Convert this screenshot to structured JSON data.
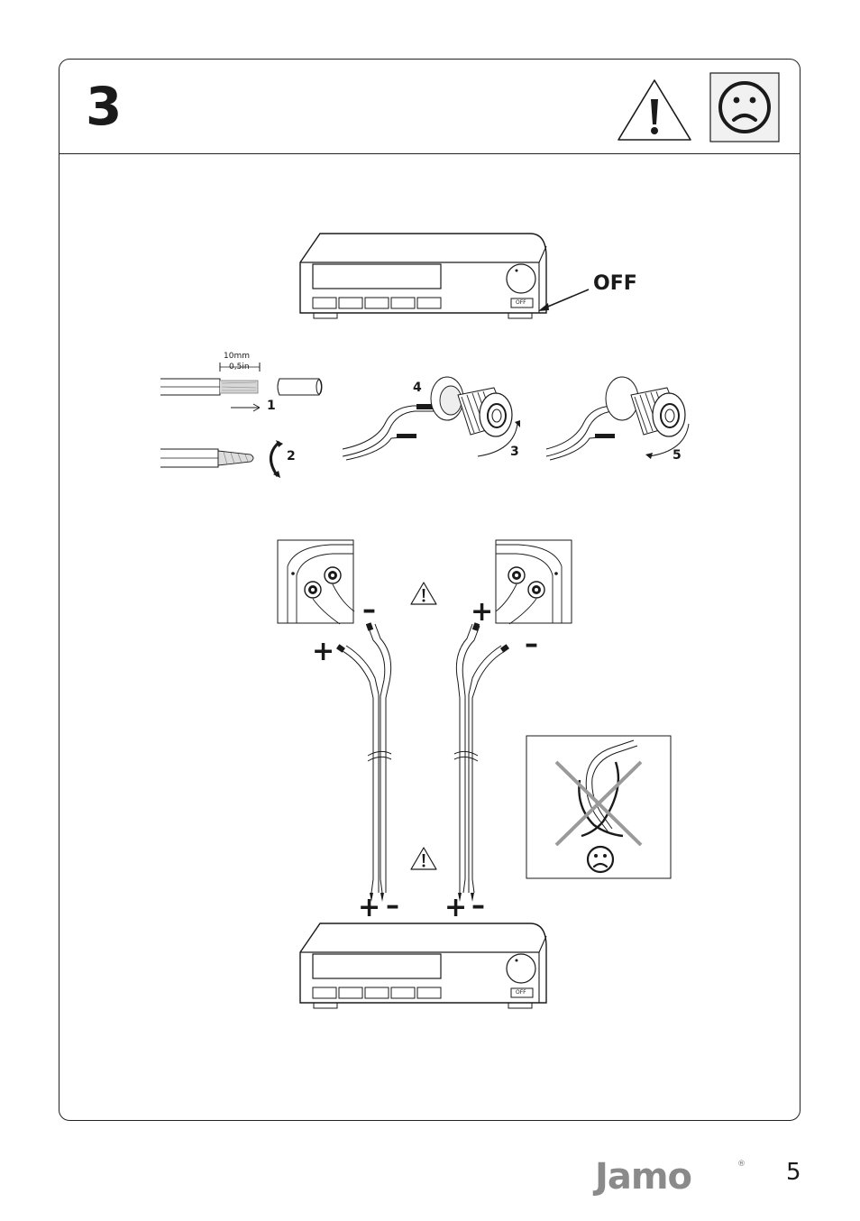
{
  "step": {
    "number": "3"
  },
  "header_icons": [
    "warning-triangle-icon",
    "sad-face-icon"
  ],
  "amplifier_top": {
    "button_label": "OFF"
  },
  "callout": {
    "off_label": "OFF"
  },
  "strip": {
    "length_mm": "10mm",
    "length_in": "0,5in",
    "step1": "1",
    "step2": "2"
  },
  "terminal": {
    "step3": "3",
    "step4": "4",
    "step5": "5"
  },
  "polarity": {
    "left_plus": "+",
    "left_minus": "–",
    "right_plus": "+",
    "right_minus": "–",
    "amp_l_plus": "+",
    "amp_l_minus": "–",
    "amp_r_plus": "+",
    "amp_r_minus": "–"
  },
  "amplifier_bottom": {
    "button_label": "OFF"
  },
  "footer": {
    "brand": "Jamo",
    "page": "5"
  },
  "colors": {
    "line": "#1a1a1a",
    "cross": "#9a9a9a",
    "brand": "#8a8a8a"
  }
}
